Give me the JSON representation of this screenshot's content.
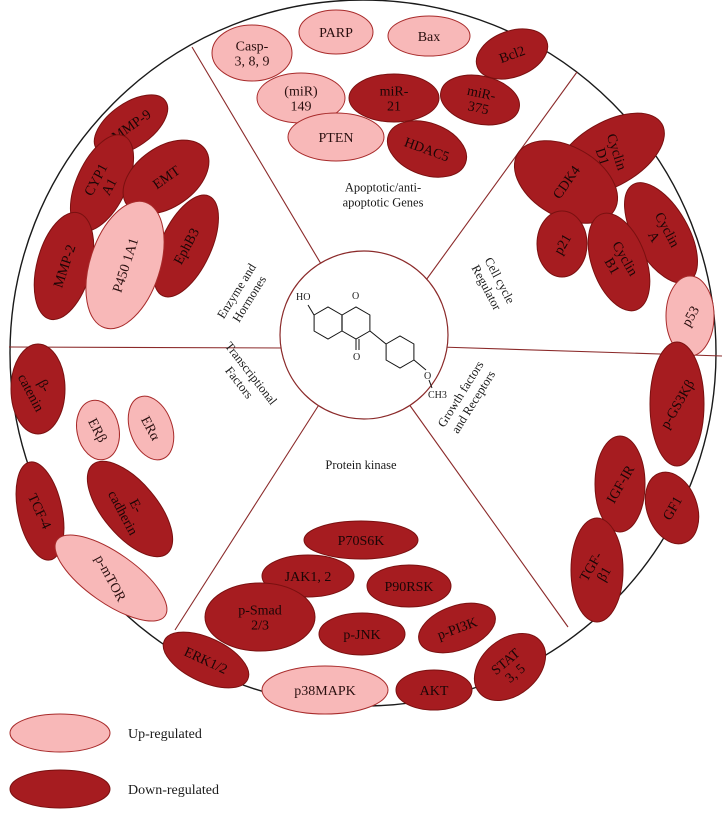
{
  "colors": {
    "up_fill": "#f8b8b8",
    "up_stroke": "#a82b2b",
    "down_fill": "#a61c20",
    "down_stroke": "#7a1010",
    "divider": "#8b2a2a",
    "up_text": "#2a1010",
    "down_text": "#1a0606"
  },
  "center": {
    "molecule": {
      "ho": "HO",
      "o": "O",
      "o_methoxy": "O",
      "ch3": "CH3"
    }
  },
  "sections": {
    "apoptotic": {
      "lines": [
        "Apoptotic/anti-",
        "apoptotic Genes"
      ]
    },
    "cellcycle": {
      "lines": [
        "Cell cycle",
        "Regulator"
      ]
    },
    "growth": {
      "lines": [
        "Growth factors",
        "and Receptors"
      ]
    },
    "kinase": {
      "lines": [
        "Protein kinase"
      ]
    },
    "transcription": {
      "lines": [
        "Transcriptional",
        "Factors"
      ]
    },
    "enzyme": {
      "lines": [
        "Enzyme and",
        "Hormones"
      ]
    }
  },
  "markers": [
    {
      "lines": [
        "Casp-",
        "3, 8, 9"
      ],
      "reg": "up"
    },
    {
      "lines": [
        "PARP"
      ],
      "reg": "up"
    },
    {
      "lines": [
        "Bax"
      ],
      "reg": "up"
    },
    {
      "lines": [
        "Bcl2"
      ],
      "reg": "down"
    },
    {
      "lines": [
        "(miR)",
        "149"
      ],
      "reg": "up"
    },
    {
      "lines": [
        "miR-",
        "21"
      ],
      "reg": "down"
    },
    {
      "lines": [
        "miR-",
        "375"
      ],
      "reg": "down"
    },
    {
      "lines": [
        "PTEN"
      ],
      "reg": "up"
    },
    {
      "lines": [
        "HDAC5"
      ],
      "reg": "down"
    },
    {
      "lines": [
        "Cyclin",
        "D1"
      ],
      "reg": "down"
    },
    {
      "lines": [
        "CDK4"
      ],
      "reg": "down"
    },
    {
      "lines": [
        "Cyclin",
        "A"
      ],
      "reg": "down"
    },
    {
      "lines": [
        "p21"
      ],
      "reg": "down"
    },
    {
      "lines": [
        "Cyclin",
        "B1"
      ],
      "reg": "down"
    },
    {
      "lines": [
        "p53"
      ],
      "reg": "up"
    },
    {
      "lines": [
        "MMP-9"
      ],
      "reg": "down"
    },
    {
      "lines": [
        "CYP1",
        "A1"
      ],
      "reg": "down"
    },
    {
      "lines": [
        "EMT"
      ],
      "reg": "down"
    },
    {
      "lines": [
        "EphB3"
      ],
      "reg": "down"
    },
    {
      "lines": [
        "MMP-2"
      ],
      "reg": "down"
    },
    {
      "lines": [
        "P450 1A1"
      ],
      "reg": "up"
    },
    {
      "lines": [
        "β-",
        "catenin"
      ],
      "reg": "down"
    },
    {
      "lines": [
        "ERβ"
      ],
      "reg": "up"
    },
    {
      "lines": [
        "ERα"
      ],
      "reg": "up"
    },
    {
      "lines": [
        "TCF-4"
      ],
      "reg": "down"
    },
    {
      "lines": [
        "E-",
        "cadherin"
      ],
      "reg": "down"
    },
    {
      "lines": [
        "p-mTOR"
      ],
      "reg": "up"
    },
    {
      "lines": [
        "p-GS3Kβ"
      ],
      "reg": "down"
    },
    {
      "lines": [
        "IGF-IR"
      ],
      "reg": "down"
    },
    {
      "lines": [
        "GF1"
      ],
      "reg": "down"
    },
    {
      "lines": [
        "TGF-",
        "β1"
      ],
      "reg": "down"
    },
    {
      "lines": [
        "P70S6K"
      ],
      "reg": "down"
    },
    {
      "lines": [
        "JAK1, 2"
      ],
      "reg": "down"
    },
    {
      "lines": [
        "P90RSK"
      ],
      "reg": "down"
    },
    {
      "lines": [
        "p-Smad",
        "2/3"
      ],
      "reg": "down"
    },
    {
      "lines": [
        "p-JNK"
      ],
      "reg": "down"
    },
    {
      "lines": [
        "p-PI3K"
      ],
      "reg": "down"
    },
    {
      "lines": [
        "ERK1/2"
      ],
      "reg": "down"
    },
    {
      "lines": [
        "STAT",
        "3, 5"
      ],
      "reg": "down"
    },
    {
      "lines": [
        "p38MAPK"
      ],
      "reg": "up"
    },
    {
      "lines": [
        "AKT"
      ],
      "reg": "down"
    }
  ],
  "legend": [
    {
      "label": "Up-regulated",
      "reg": "up"
    },
    {
      "label": "Down-regulated",
      "reg": "down"
    }
  ]
}
